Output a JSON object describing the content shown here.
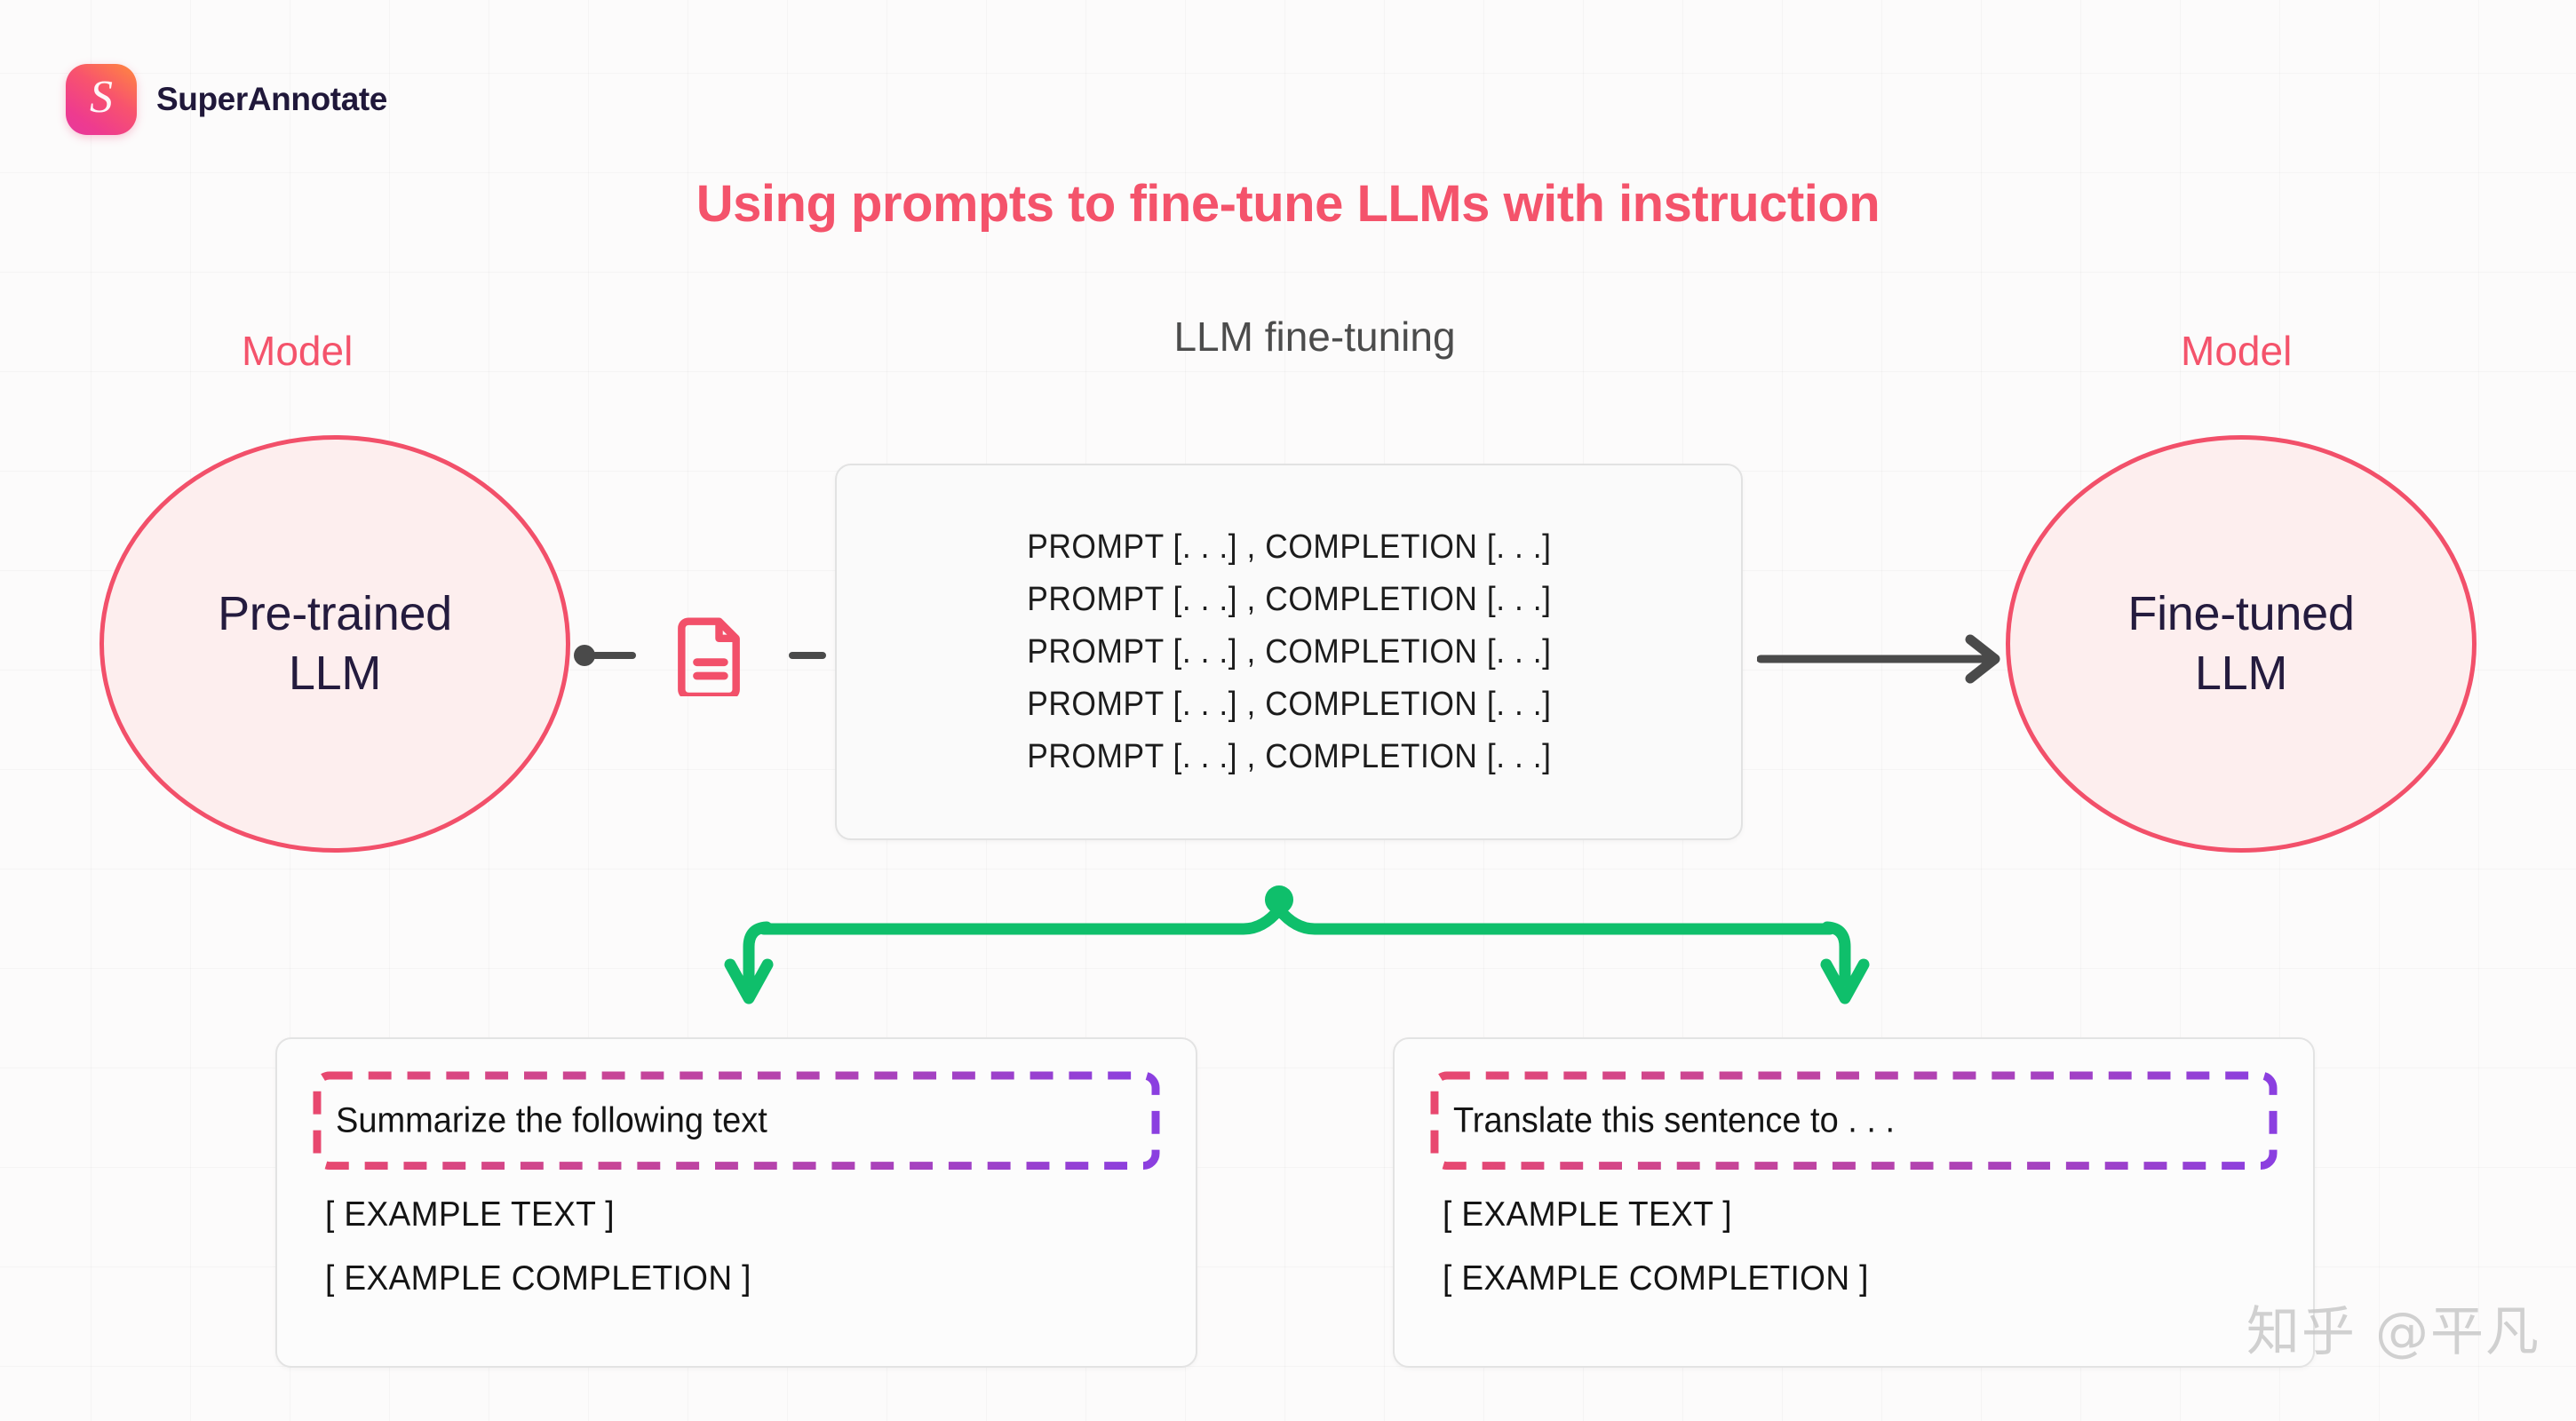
{
  "brand": {
    "name": "SuperAnnotate",
    "logo_glyph": "S",
    "gradient_from": "#FF8A3D",
    "gradient_to": "#E7399D"
  },
  "title": "Using prompts to fine-tune LLMs with instruction",
  "title_color": "#F4536B",
  "section_label": "LLM fine-tuning",
  "nodes": {
    "left": {
      "caption": "Model",
      "line1": "Pre-trained",
      "line2": "LLM",
      "border_color": "#F2506A",
      "fill_color": "#FDEEEE"
    },
    "right": {
      "caption": "Model",
      "line1": "Fine-tuned",
      "line2": "LLM",
      "border_color": "#F2506A",
      "fill_color": "#FDEEEE"
    }
  },
  "prompt_box": {
    "icon": "document-icon",
    "icon_color": "#F2506A",
    "lines": [
      "PROMPT [. . .] , COMPLETION [. . .]",
      "PROMPT [. . .] , COMPLETION [. . .]",
      "PROMPT [. . .] , COMPLETION [. . .]",
      "PROMPT [. . .] , COMPLETION [. . .]",
      "PROMPT [. . .] , COMPLETION [. . .]"
    ]
  },
  "connectors": {
    "arrow_color": "#4A4A4A",
    "bracket_color": "#0FBF6B"
  },
  "examples": [
    {
      "instruction": "Summarize the following text",
      "text_line": "[ EXAMPLE  TEXT ]",
      "completion_line": "[ EXAMPLE  COMPLETION ]",
      "dash_from": "#E8486F",
      "dash_to": "#8B3FE0"
    },
    {
      "instruction": "Translate this sentence to . . .",
      "text_line": "[ EXAMPLE  TEXT ]",
      "completion_line": "[ EXAMPLE  COMPLETION ]",
      "dash_from": "#E8486F",
      "dash_to": "#8B3FE0"
    }
  ],
  "watermark": "知乎 @平凡"
}
